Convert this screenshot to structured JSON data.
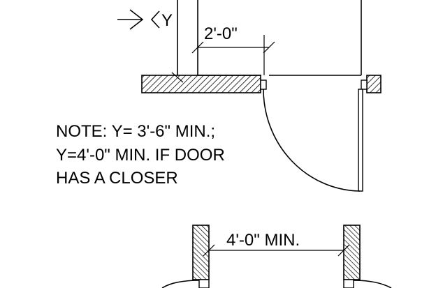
{
  "diagram": {
    "top": {
      "y_label": "Y",
      "dim_label": "2'-0\""
    },
    "note": {
      "lines": [
        "NOTE: Y= 3'-6\" MIN.;",
        "Y=4'-0\" MIN. IF DOOR",
        "HAS A CLOSER"
      ]
    },
    "bottom": {
      "dim_label": "4'-0\" MIN."
    }
  }
}
